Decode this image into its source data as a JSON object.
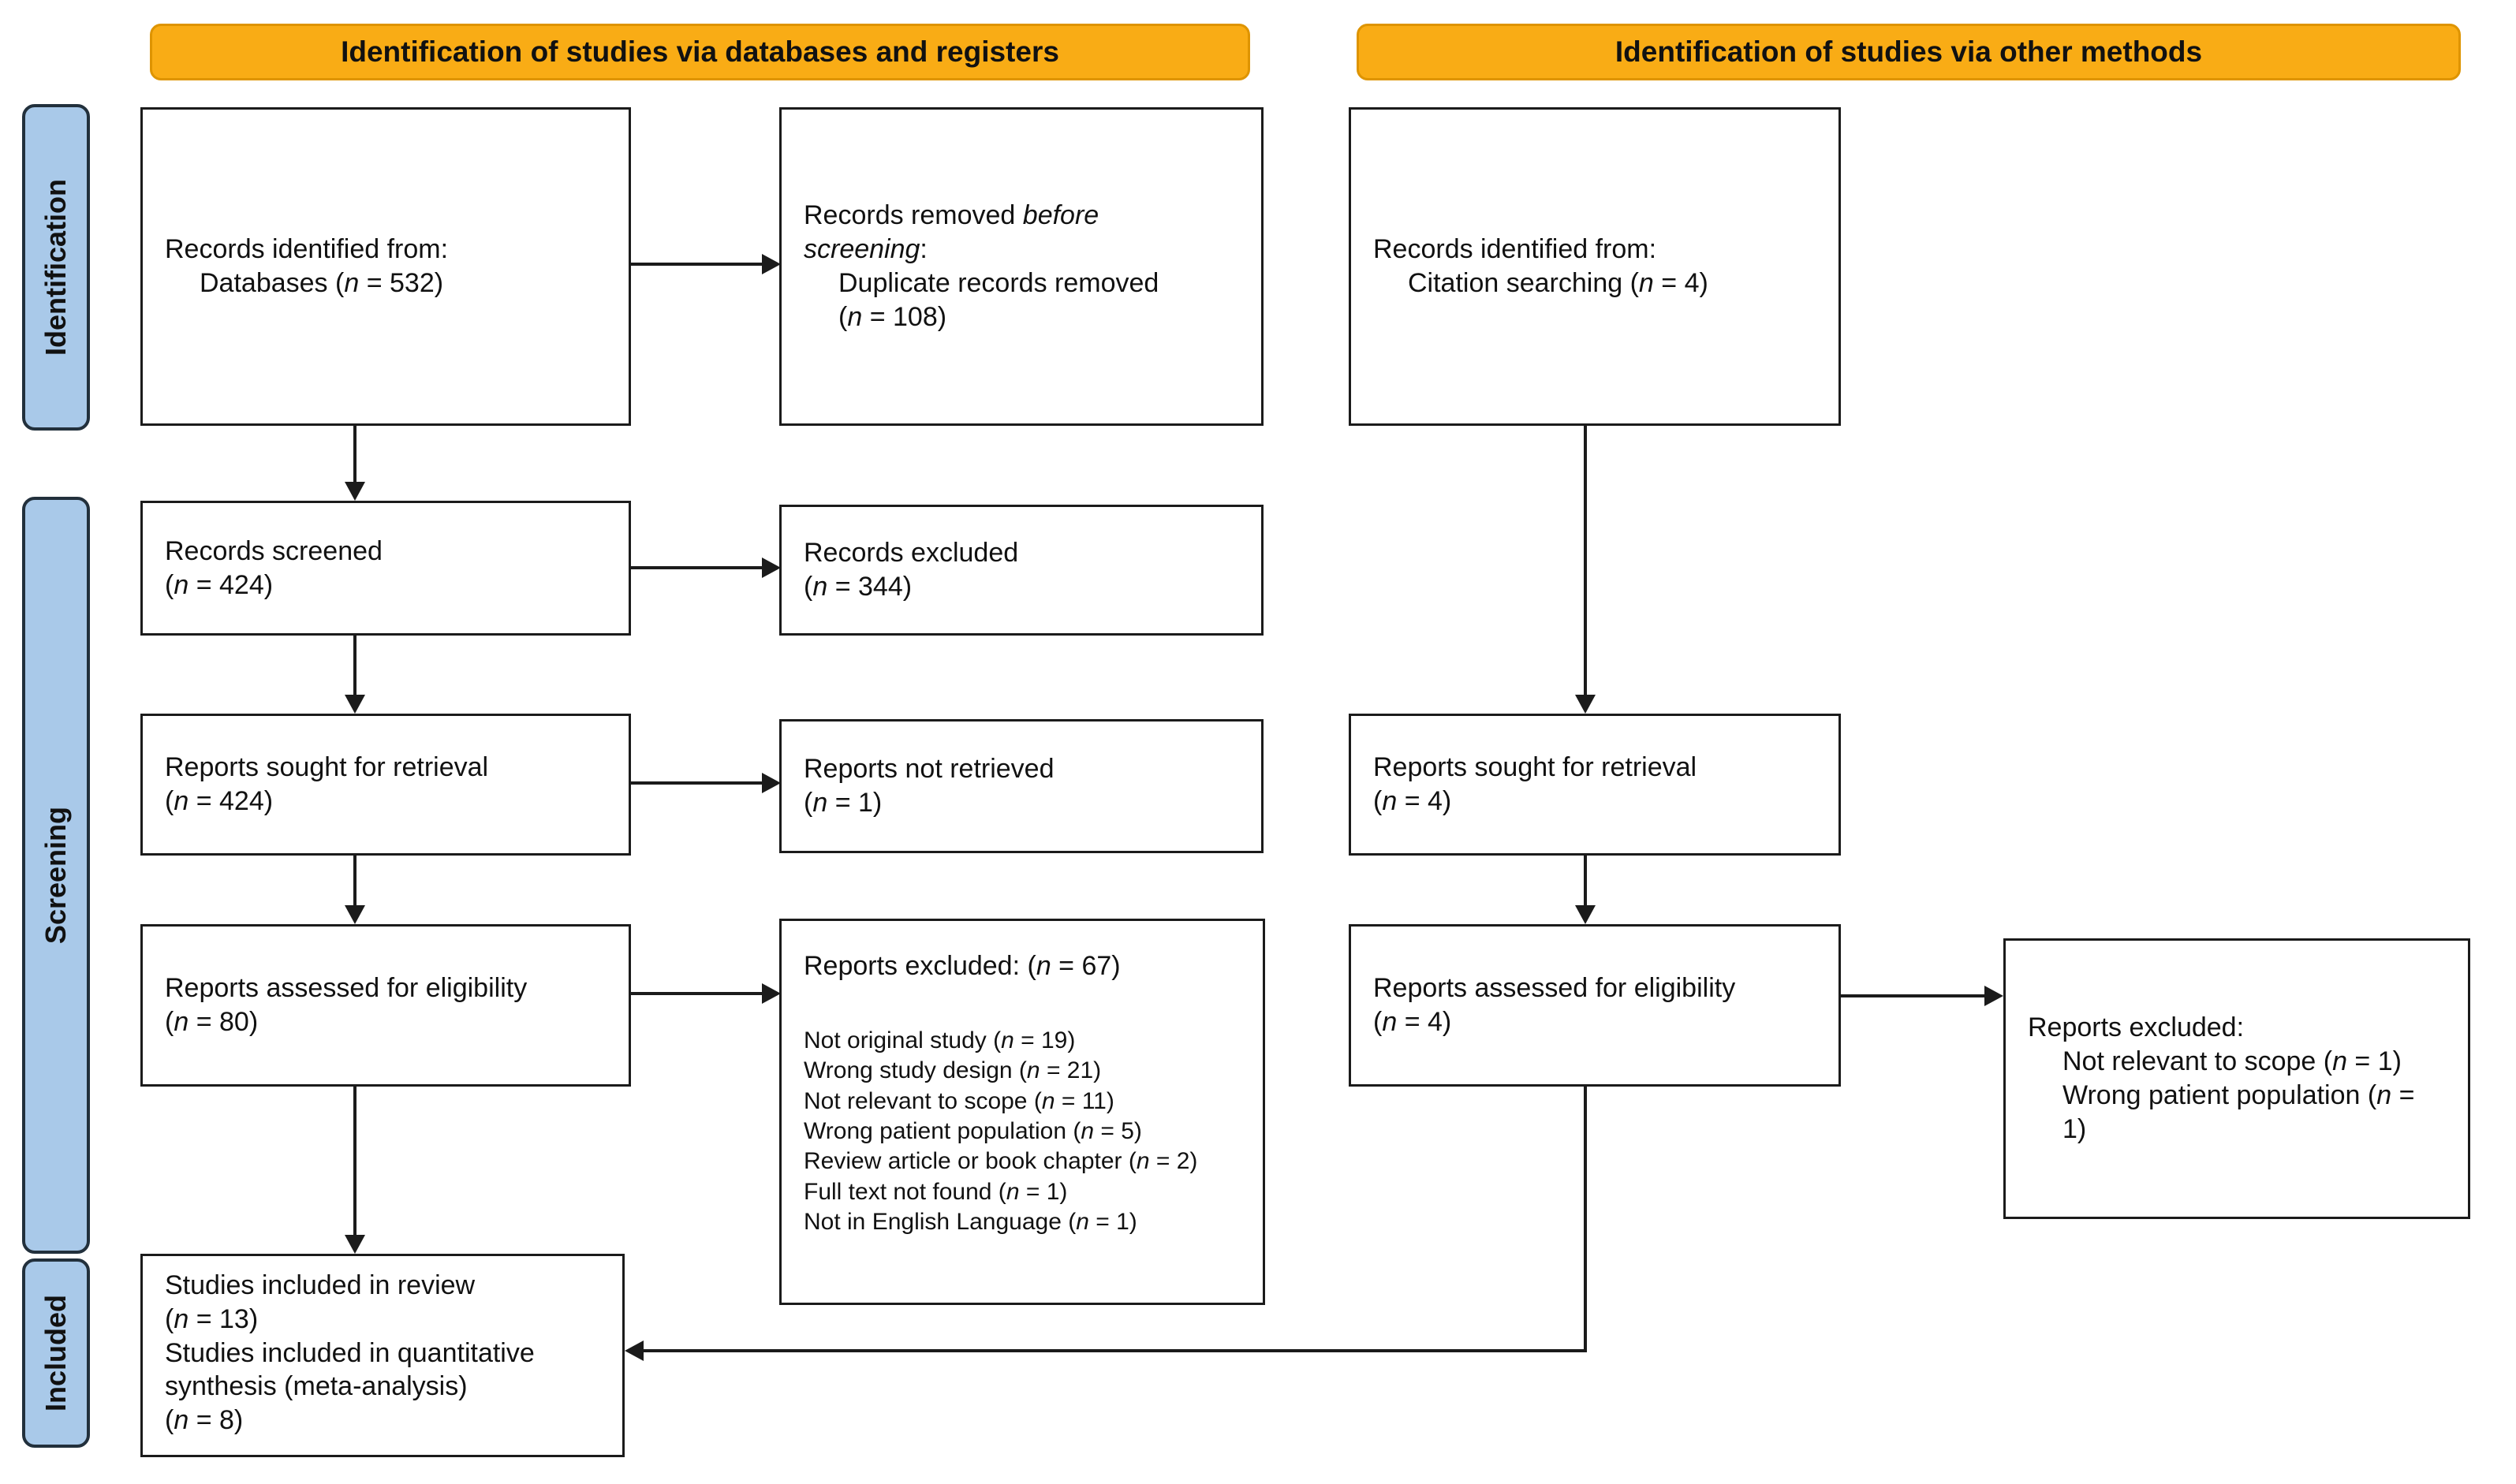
{
  "colors": {
    "banner_fill": "#f9ac15",
    "banner_border": "#de9400",
    "stage_fill": "#a9c9e9",
    "stage_border": "#22303c",
    "box_border": "#1b1b1b",
    "arrow": "#1b1b1b",
    "text": "#111111",
    "background": "#ffffff"
  },
  "banners": {
    "databases": "Identification of studies via databases and registers",
    "other_methods": "Identification of studies via other methods"
  },
  "stages": {
    "identification": "Identification",
    "screening": "Screening",
    "included": "Included"
  },
  "boxes": {
    "records_identified_databases": {
      "lines": [
        {
          "segments": [
            {
              "text": "Records identified from:"
            }
          ]
        },
        {
          "indent": true,
          "segments": [
            {
              "text": "Databases ("
            },
            {
              "text": "n",
              "italic": true
            },
            {
              "text": " = 532)"
            }
          ]
        }
      ]
    },
    "records_removed_before_screening": {
      "lines": [
        {
          "segments": [
            {
              "text": "Records removed "
            },
            {
              "text": "before",
              "italic": true
            }
          ]
        },
        {
          "segments": [
            {
              "text": "screening",
              "italic": true
            },
            {
              "text": ":"
            }
          ]
        },
        {
          "indent": true,
          "segments": [
            {
              "text": "Duplicate records removed"
            }
          ]
        },
        {
          "indent": true,
          "segments": [
            {
              "text": "("
            },
            {
              "text": "n",
              "italic": true
            },
            {
              "text": " = 108)"
            }
          ]
        }
      ]
    },
    "records_identified_citation": {
      "lines": [
        {
          "segments": [
            {
              "text": "Records identified from:"
            }
          ]
        },
        {
          "indent": true,
          "segments": [
            {
              "text": "Citation searching ("
            },
            {
              "text": "n",
              "italic": true
            },
            {
              "text": " = 4)"
            }
          ]
        }
      ]
    },
    "records_screened": {
      "lines": [
        {
          "segments": [
            {
              "text": "Records screened"
            }
          ]
        },
        {
          "segments": [
            {
              "text": "("
            },
            {
              "text": "n",
              "italic": true
            },
            {
              "text": " = 424)"
            }
          ]
        }
      ]
    },
    "records_excluded": {
      "lines": [
        {
          "segments": [
            {
              "text": "Records excluded"
            }
          ]
        },
        {
          "segments": [
            {
              "text": "("
            },
            {
              "text": "n",
              "italic": true
            },
            {
              "text": " = 344)"
            }
          ]
        }
      ]
    },
    "reports_sought_databases": {
      "lines": [
        {
          "segments": [
            {
              "text": "Reports sought for retrieval"
            }
          ]
        },
        {
          "segments": [
            {
              "text": "("
            },
            {
              "text": "n",
              "italic": true
            },
            {
              "text": " = 424)"
            }
          ]
        }
      ]
    },
    "reports_not_retrieved": {
      "lines": [
        {
          "segments": [
            {
              "text": "Reports not retrieved"
            }
          ]
        },
        {
          "segments": [
            {
              "text": "("
            },
            {
              "text": "n",
              "italic": true
            },
            {
              "text": " = 1)"
            }
          ]
        }
      ]
    },
    "reports_sought_other": {
      "lines": [
        {
          "segments": [
            {
              "text": "Reports sought for retrieval"
            }
          ]
        },
        {
          "segments": [
            {
              "text": "("
            },
            {
              "text": "n",
              "italic": true
            },
            {
              "text": " = 4)"
            }
          ]
        }
      ]
    },
    "reports_assessed_databases": {
      "lines": [
        {
          "segments": [
            {
              "text": "Reports assessed for eligibility"
            }
          ]
        },
        {
          "segments": [
            {
              "text": "("
            },
            {
              "text": "n",
              "italic": true
            },
            {
              "text": " = 80)"
            }
          ]
        }
      ]
    },
    "reports_excluded_databases": {
      "lines": [
        {
          "segments": [
            {
              "text": "Reports excluded: ("
            },
            {
              "text": "n",
              "italic": true
            },
            {
              "text": " = 67)"
            }
          ]
        },
        {
          "blank": true,
          "segments": []
        },
        {
          "small": true,
          "segments": [
            {
              "text": "Not original study ("
            },
            {
              "text": "n",
              "italic": true
            },
            {
              "text": " = 19)"
            }
          ]
        },
        {
          "small": true,
          "segments": [
            {
              "text": "Wrong study design ("
            },
            {
              "text": "n",
              "italic": true
            },
            {
              "text": " = 21)"
            }
          ]
        },
        {
          "small": true,
          "segments": [
            {
              "text": "Not relevant to scope ("
            },
            {
              "text": "n",
              "italic": true
            },
            {
              "text": " = 11)"
            }
          ]
        },
        {
          "small": true,
          "segments": [
            {
              "text": "Wrong patient population ("
            },
            {
              "text": "n",
              "italic": true
            },
            {
              "text": " = 5)"
            }
          ]
        },
        {
          "small": true,
          "segments": [
            {
              "text": "Review article or book chapter ("
            },
            {
              "text": "n",
              "italic": true
            },
            {
              "text": " = 2)"
            }
          ]
        },
        {
          "small": true,
          "segments": [
            {
              "text": "Full text not found ("
            },
            {
              "text": "n",
              "italic": true
            },
            {
              "text": " = 1)"
            }
          ]
        },
        {
          "small": true,
          "segments": [
            {
              "text": "Not in English Language ("
            },
            {
              "text": "n",
              "italic": true
            },
            {
              "text": " = 1)"
            }
          ]
        }
      ]
    },
    "reports_assessed_other": {
      "lines": [
        {
          "segments": [
            {
              "text": "Reports assessed for eligibility"
            }
          ]
        },
        {
          "segments": [
            {
              "text": "("
            },
            {
              "text": "n",
              "italic": true
            },
            {
              "text": " = 4)"
            }
          ]
        }
      ]
    },
    "reports_excluded_other": {
      "lines": [
        {
          "segments": [
            {
              "text": "Reports excluded:"
            }
          ]
        },
        {
          "indent": true,
          "segments": [
            {
              "text": "Not relevant to scope ("
            },
            {
              "text": "n",
              "italic": true
            },
            {
              "text": " = 1)"
            }
          ]
        },
        {
          "indent": true,
          "segments": [
            {
              "text": "Wrong patient population ("
            },
            {
              "text": "n",
              "italic": true
            },
            {
              "text": " ="
            }
          ]
        },
        {
          "indent": true,
          "segments": [
            {
              "text": "1)"
            }
          ]
        }
      ]
    },
    "studies_included": {
      "lines": [
        {
          "segments": [
            {
              "text": "Studies included in review"
            }
          ]
        },
        {
          "segments": [
            {
              "text": "("
            },
            {
              "text": "n",
              "italic": true
            },
            {
              "text": " = 13)"
            }
          ]
        },
        {
          "segments": [
            {
              "text": "Studies included in quantitative"
            }
          ]
        },
        {
          "segments": [
            {
              "text": "synthesis (meta-analysis)"
            }
          ]
        },
        {
          "segments": [
            {
              "text": "("
            },
            {
              "text": "n",
              "italic": true
            },
            {
              "text": " = 8)"
            }
          ]
        }
      ]
    }
  }
}
